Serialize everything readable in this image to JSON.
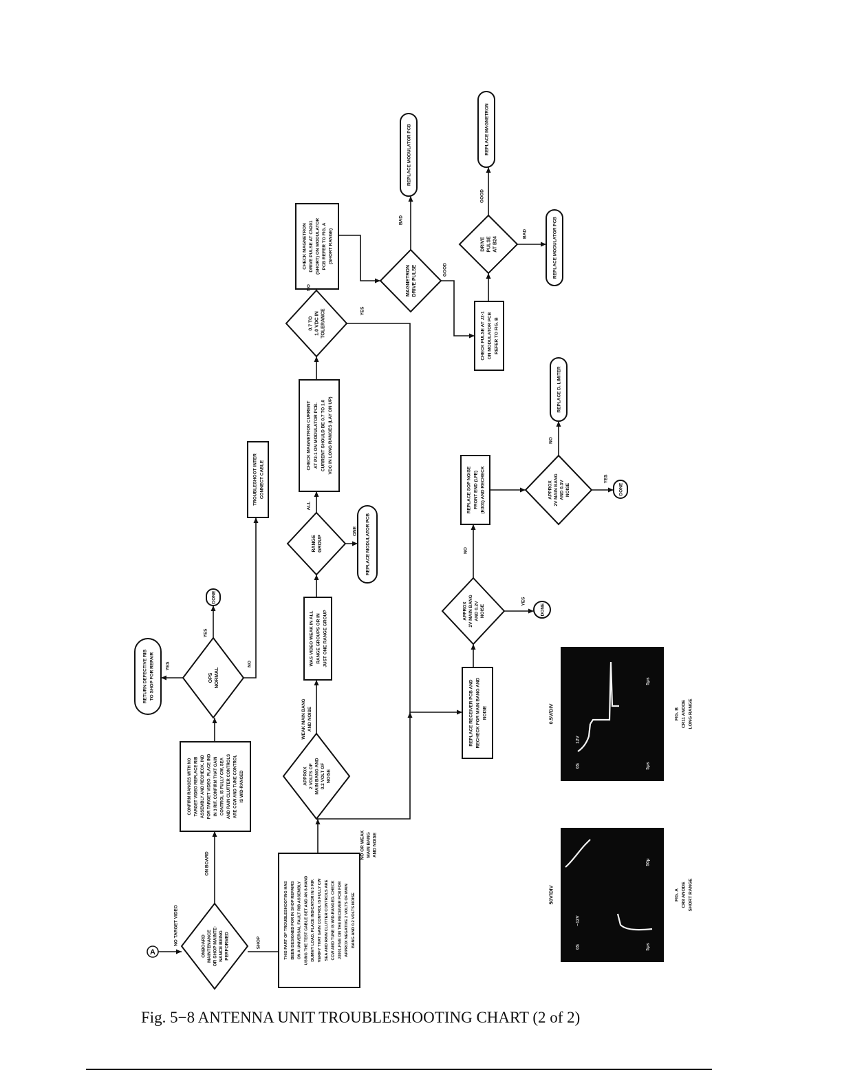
{
  "caption": "Fig. 5−8   ANTENNA UNIT TROUBLESHOOTING CHART (2 of 2)",
  "connector": "A",
  "nodes": {
    "start_label": [
      "NO TARGET VIDEO"
    ],
    "d_onboard": [
      "ONBOARD",
      "MAINTENANCE",
      "OR SHOP MAINTE-",
      "NANCE BEING",
      "PERFORMED"
    ],
    "b_confirm": [
      "CONFIRM RANGES WITH NO",
      "TARGET VIDEO REPLACE RIB",
      "ASSEMBLY AND RECHECK. IND",
      "FOR TARGET VIDEO. PLACE IND",
      "IN 3 RIF. CONFIRM THAT GAIN",
      "CONTROL IS FULLY CW, SEA",
      "AND RAIN CLUTTER CONTROLS",
      "ARE CCW AND TUNE CONTROL",
      "IS WID-RANGED"
    ],
    "d_ops": [
      "OPS",
      "NORMAL"
    ],
    "t_return": [
      "RETURN DEFECTIVE RIB",
      "TO SHOP FOR REPAIR"
    ],
    "t_done1": [
      "DONE"
    ],
    "b_trouble": [
      "TROUBLESHOOT INTER",
      "CONNECT CABLE"
    ],
    "b_shop": [
      "THIS PART OF TROUBLESHOOTING HAS",
      "BEEN DESIGNED FOR IN SHOP REPAIRS",
      "ON A UNIVERSAL FAULT RIB ASSEMBLY",
      "USING THE TEST CABLE SET AND AN 8-HAND",
      "DUMMY LOAD. PLACE INDICATOR IN 3 RIF.",
      "VERIFY THAT GAIN CONTROL IS FULLY CW",
      "SEA AND RAIN CLUTTER CONTROLS ARE",
      "CCW AND TUNE IS WID-RANGED. CHECK",
      "J3001-FIVE ON THE RECEIVER PCB FOR",
      "APPROX NEGATIVE 2 VOLTS OF MAIN",
      "BANG AND 0.2 VOLTS NOISE"
    ],
    "d_approx2v": [
      "APPROX",
      "2 VOLTS OF",
      "MAIN BANG AND",
      "0.2 VOLT OF",
      "NOISE"
    ],
    "lbl_weak": [
      "WEAK MAIN BANG",
      "AND NOISE"
    ],
    "lbl_noweak": [
      "NO OR WEAK",
      "MAIN BANG",
      "AND NOISE"
    ],
    "b_wasvideo": [
      "WAS VIDEO WEAK IN ALL",
      "RANGE GROUPS OR IN",
      "JUST ONE RANGE GROUP"
    ],
    "d_range": [
      "RANGE",
      "GROUP"
    ],
    "t_modpcb1": [
      "REPLACE MODULATOR PCB"
    ],
    "b_magcur": [
      "CHECK MAGNETRON CURRENT",
      "AT P2-1 ON MODULATOR PCB.",
      "CURRENT SHOULD BE 0.7 TO 1.0",
      "VDC IN LONG RANGES (LAY ON UP)"
    ],
    "d_tol": [
      "0.7 TO",
      "1.0 VDC IN",
      "TOLERANCE"
    ],
    "b_drive": [
      "CHECK MAGNETRON",
      "DRIVE PULSE AT CN201",
      "(SHORT) ON MODULATOR",
      "PCB REFER TO FIG. A",
      "(SHORT RANGE)"
    ],
    "d_magpulse": [
      "MAGNETRON",
      "DRIVE PULSE"
    ],
    "t_modpcb2": [
      "REPLACE MODULATOR PCB"
    ],
    "b_checkpulse": [
      "CHECK PULSE AT J2-1",
      "ON MODULATOR PCB",
      "REFER TO FIG. B"
    ],
    "d_drivepulse": [
      "DRIVE",
      "PULSE",
      "AT B24"
    ],
    "t_magnetron": [
      "REPLACE MAGNETRON"
    ],
    "t_modpcb3": [
      "REPLACE MODULATOR PCB"
    ],
    "b_receiver": [
      "REPLACE RECEIVER PCB AND",
      "RECHECK FOR MAIN BANG AND",
      "NOISE"
    ],
    "d_2vmain": [
      "APPROX",
      "2V MAIN BANG",
      "AND 0.2V",
      "NOISE"
    ],
    "t_done2": [
      "DONE"
    ],
    "b_sop": [
      "REPLACE SOP NOISE",
      "FRONT END (LFE)",
      "(E301) AND RECHECK"
    ],
    "d_2vmain2": [
      "APPROX",
      "2V MAIN BANG",
      "AND 0.3V",
      "NOISE"
    ],
    "t_done3": [
      "DONE"
    ],
    "t_limiter": [
      "REPLACE D. LIMITER"
    ]
  },
  "edges": {
    "onboard": "ON BOARD",
    "shop": "SHOP",
    "yes": "YES",
    "no": "NO",
    "all": "ALL",
    "one": "ONE",
    "bad": "BAD",
    "good": "GOOD"
  },
  "figA": {
    "top": "50V/DIV",
    "caption": [
      "FIG. A",
      "CR8 ANODE",
      "SHORT RANGE"
    ],
    "marks": [
      "0S",
      "−12V",
      "5μs",
      "50μ"
    ]
  },
  "figB": {
    "top": "0.5V/DIV",
    "caption": [
      "FIG. B",
      "CR11 ANODE",
      "LONG RANGE"
    ],
    "marks": [
      "0S",
      "12V",
      "5μs",
      "5μs"
    ]
  }
}
